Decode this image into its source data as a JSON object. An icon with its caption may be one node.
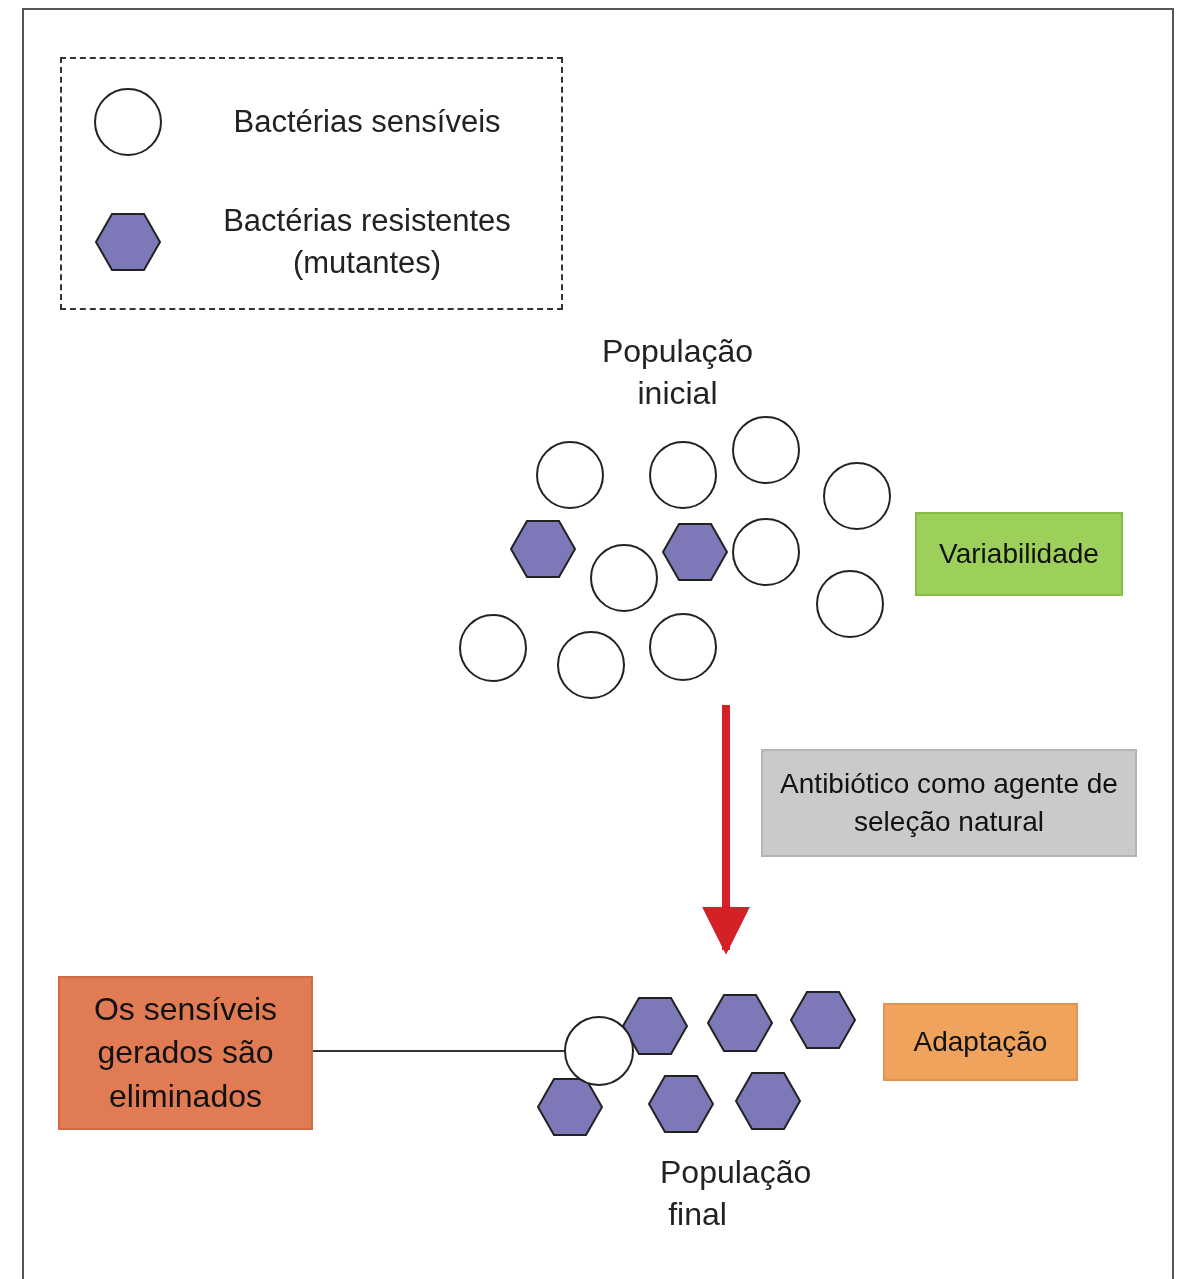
{
  "diagram": {
    "nodes": [
      {
        "text": [
          "População inicial"
        ]
      },
      {
        "text": [
          "Variabilidade"
        ]
      },
      {
        "text": [
          "Antibiótico como agente de seleção natural"
        ]
      },
      {
        "text": [
          "População final"
        ]
      },
      {
        "text": [],
        "shape": "circle",
        "in": 3
      },
      {
        "text": [
          "Os sensíveis gerados são eliminados"
        ]
      },
      {
        "text": [
          "Adaptação"
        ]
      }
    ],
    "edges": [
      {
        "from": 0,
        "to": 3,
        "arrow": "to",
        "style": "thick",
        "color": "#d42027"
      },
      {
        "from": 5,
        "to": 4,
        "arrow": "none",
        "color": "#333333"
      }
    ],
    "legend": [
      {
        "text": "Bactérias sensíveis"
      },
      {
        "text": "Bactérias resistentes (mutantes)"
      }
    ]
  }
}
